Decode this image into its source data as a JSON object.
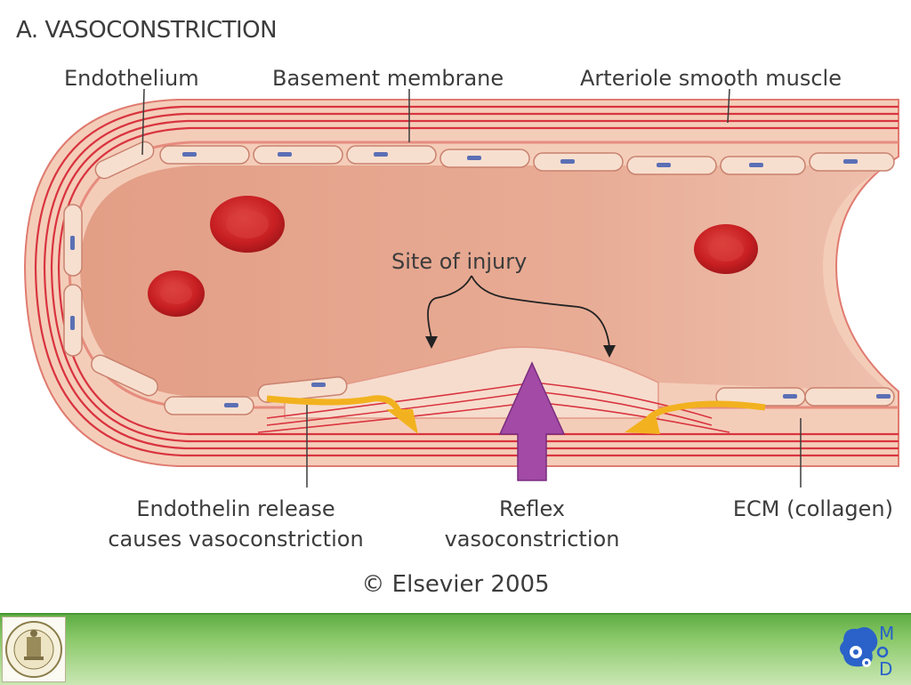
{
  "title": "A. VASOCONSTRICTION",
  "labels": {
    "endothelium": "Endothelium",
    "basement_membrane": "Basement membrane",
    "smooth_muscle": "Arteriole smooth muscle",
    "site_of_injury": "Site of injury",
    "endothelin_line1": "Endothelin release",
    "endothelin_line2": "causes vasoconstriction",
    "reflex_line1": "Reflex",
    "reflex_line2": "vasoconstriction",
    "ecm": "ECM (collagen)"
  },
  "copyright": "© Elsevier 2005",
  "footer": {
    "logo_right_letters": [
      "M",
      "D"
    ]
  },
  "colors": {
    "lumen": "#e6a58e",
    "wall": "#f6d3c0",
    "muscle_lines": "#d9343f",
    "rbc": "#d42a2a",
    "endothelial_cell": "#f7dfcf",
    "nucleus": "#5b6fb5",
    "arrow_yellow": "#f2b21f",
    "arrow_purple": "#a24aa5",
    "footer_green": "#6cb84e"
  }
}
